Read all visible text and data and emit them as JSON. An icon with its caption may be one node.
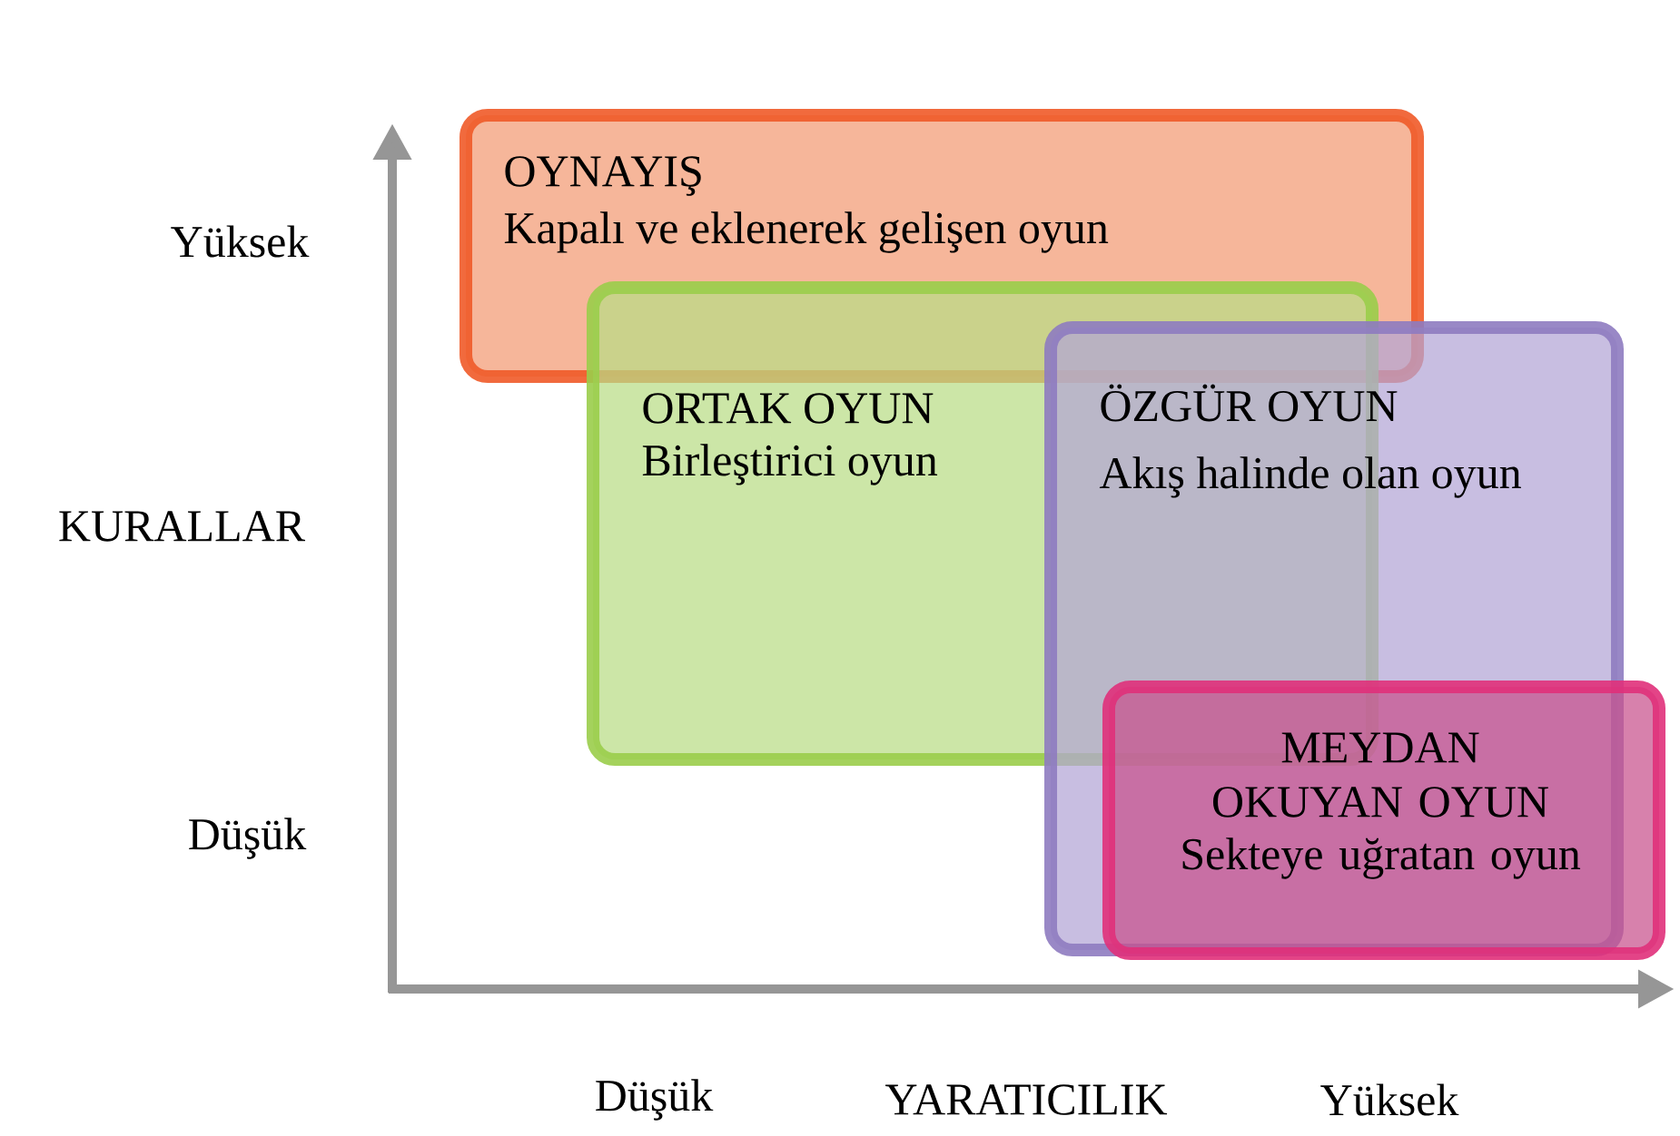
{
  "diagram": {
    "nodes": [
      {
        "text": [
          "OYNAYIŞ",
          "Kapalı ve eklenerek gelişen oyun"
        ]
      },
      {
        "text": [
          "ORTAK OYUN",
          "Birleştirici oyun"
        ]
      },
      {
        "text": [
          "ÖZGÜR OYUN",
          "Akış halinde olan oyun"
        ]
      },
      {
        "text": [
          "MEYDAN OKUYAN OYUN",
          "Sekteye uğratan oyun"
        ]
      }
    ],
    "labels": [
      "Yüksek",
      "KURALLAR",
      "Düşük",
      "Düşük",
      "YARATICILIK",
      "Yüksek"
    ]
  }
}
